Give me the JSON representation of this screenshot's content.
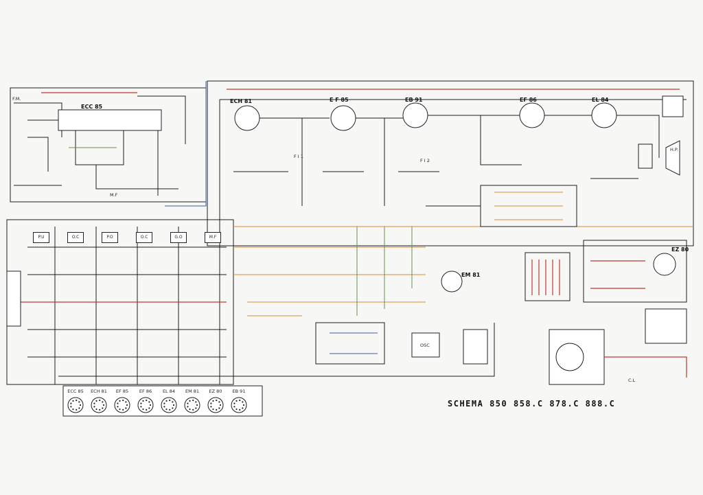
{
  "title": "SCHEMA  850  858.C  878.C  888.C",
  "tubes": [
    {
      "id": "ecc85",
      "label": "ECC 85"
    },
    {
      "id": "ech81",
      "label": "ECH 81"
    },
    {
      "id": "ef85",
      "label": "E F 85"
    },
    {
      "id": "eb91",
      "label": "EB 91"
    },
    {
      "id": "ef86",
      "label": "EF 86"
    },
    {
      "id": "el84",
      "label": "EL 84"
    },
    {
      "id": "em81",
      "label": "EM 81"
    },
    {
      "id": "ez80",
      "label": "EZ 80"
    }
  ],
  "switches": [
    "P.U",
    "O.C",
    "P.O",
    "O.C",
    "G.O",
    "M.F"
  ],
  "sockets": [
    "ECC 85",
    "ECH 81",
    "EF 85",
    "EF 86",
    "EL 84",
    "EM 81",
    "EZ 80",
    "EB 91"
  ],
  "labels": {
    "ant": "F.M.",
    "osc": "OSC",
    "fi1": "F I 1",
    "fi2": "F I 2",
    "hp": "H.P.",
    "mf": "M.F",
    "cl": "C.L"
  },
  "colors": {
    "red_wire": "#c0392b",
    "orange_wire": "#d98c2b",
    "blue_wire": "#3b5ba9",
    "green_wire": "#6d8f4e"
  }
}
